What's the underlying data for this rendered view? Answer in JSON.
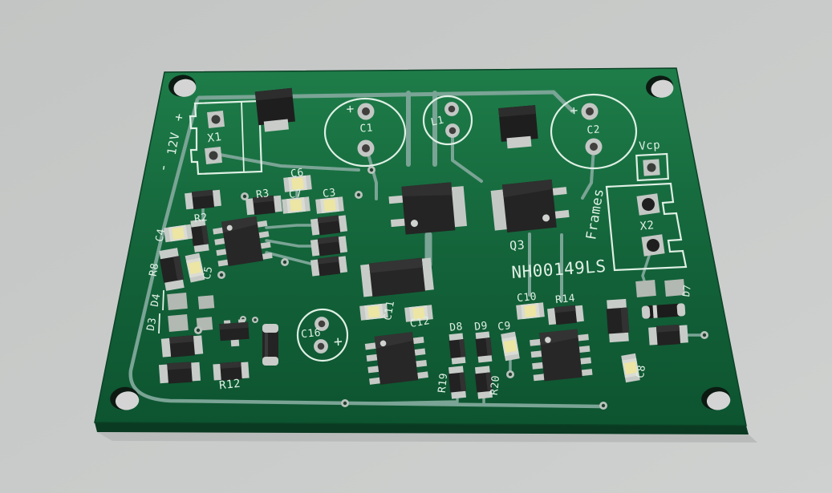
{
  "scene": {
    "type": "pcb-3d-render",
    "background_color": "#c7c9c8"
  },
  "board": {
    "soldermask_color": "#15673c",
    "trace_color": "#7aa495",
    "silkscreen_color": "#dff0e5",
    "part_number": "NH00149LS",
    "labels": {
      "power_plus": "+",
      "power_rail": "12V",
      "power_minus": "-",
      "x1": "X1",
      "c1": "C1",
      "c1_polarity": "+",
      "l1": "L1",
      "c2": "C2",
      "c2_polarity": "+",
      "vcp": "Vcp",
      "frames": "Frames",
      "x2": "X2",
      "d7": "D7",
      "q3": "Q3",
      "c10": "C10",
      "r14": "R14",
      "d8": "D8",
      "d9": "D9",
      "c9": "C9",
      "c8": "C8",
      "r19": "R19",
      "r20": "R20",
      "c11": "C11",
      "c12": "C12",
      "c16": "C16",
      "c16_polarity": "+",
      "r12": "R12",
      "d3": "D3",
      "d4": "D4",
      "r8": "R8",
      "c5": "C5",
      "c4": "C4",
      "r2": "R2",
      "r3": "R3",
      "c6": "C6",
      "c7": "C7",
      "c3": "C3"
    }
  }
}
